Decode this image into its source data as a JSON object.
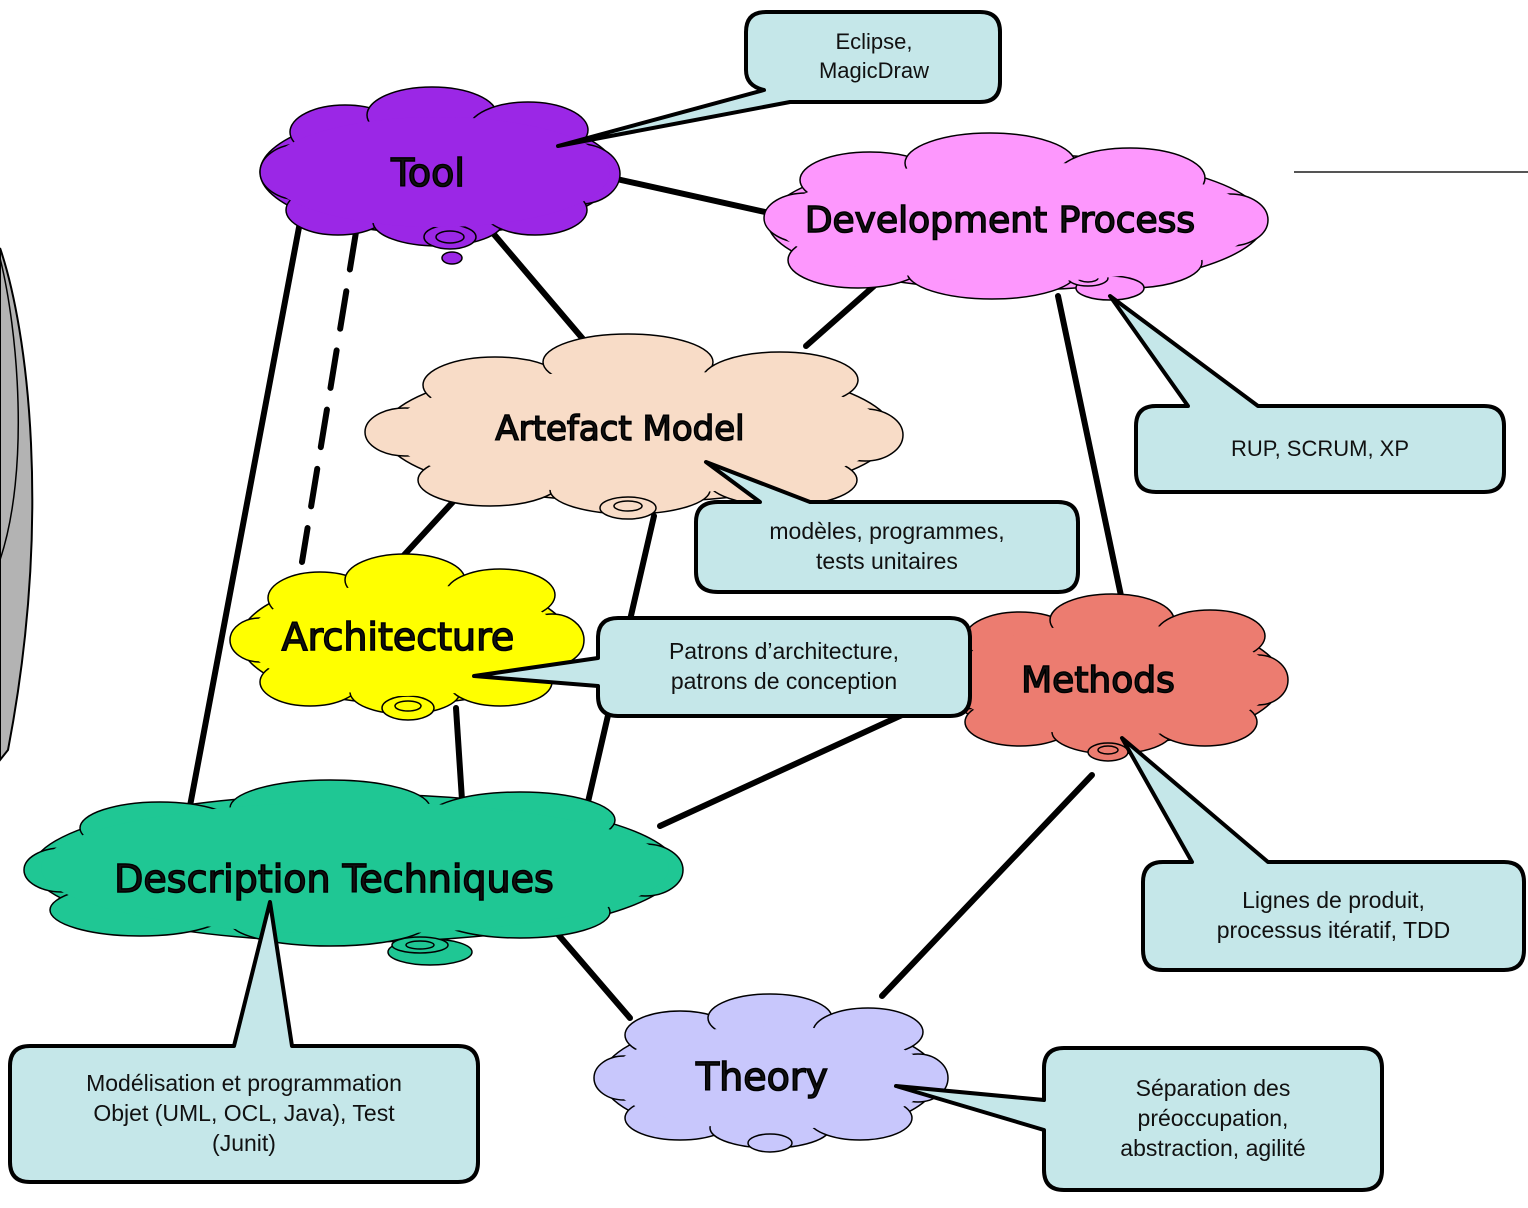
{
  "nodes": {
    "tool": {
      "label": "Tool",
      "color": "#9b27e6"
    },
    "development_process": {
      "label": "Development Process",
      "color": "#fd97fd"
    },
    "artefact_model": {
      "label": "Artefact Model",
      "color": "#f8dcc7"
    },
    "architecture": {
      "label": "Architecture",
      "color": "#ffff00"
    },
    "methods": {
      "label": "Methods",
      "color": "#ec7c70"
    },
    "description_techniques": {
      "label": "Description Techniques",
      "color": "#1fc794"
    },
    "theory": {
      "label": "Theory",
      "color": "#c8c7fc"
    }
  },
  "callouts": {
    "tool": {
      "text": "Eclipse,\nMagicDraw"
    },
    "development_process": {
      "text": "RUP, SCRUM, XP"
    },
    "artefact_model": {
      "text": "modèles, programmes,\ntests unitaires"
    },
    "architecture": {
      "text": "Patrons d’architecture,\npatrons de conception"
    },
    "methods": {
      "text": "Lignes de produit,\nprocessus itératif, TDD"
    },
    "description_techniques": {
      "text": "Modélisation et programmation\nObjet (UML, OCL, Java), Test\n(Junit)"
    },
    "theory": {
      "text": "Séparation des\npréoccupation,\nabstraction, agilité"
    }
  },
  "colors": {
    "callout_fill": "#c5e7e9",
    "edge": "#000000",
    "side_shape": "#b3b3b3"
  }
}
